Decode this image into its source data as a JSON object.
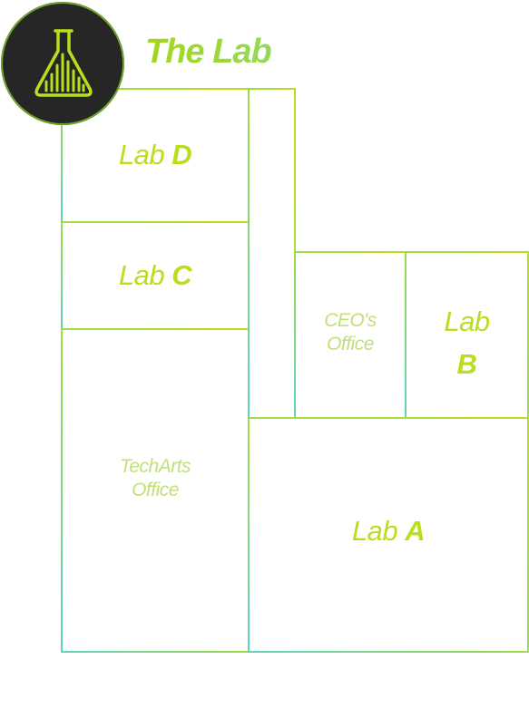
{
  "header": {
    "title": "The Lab",
    "logo_icon": "flask-chart-icon"
  },
  "colors": {
    "accent": "#b8de1c",
    "teal": "#5fd3c1",
    "logo_bg": "#262626"
  },
  "rooms": {
    "lab_d": {
      "prefix": "Lab",
      "letter": "D"
    },
    "lab_c": {
      "prefix": "Lab",
      "letter": "C"
    },
    "techarts": {
      "line1": "TechArts",
      "line2": "Office"
    },
    "ceo": {
      "line1": "CEO's",
      "line2": "Office"
    },
    "lab_b": {
      "prefix": "Lab",
      "letter": "B"
    },
    "lab_a": {
      "prefix": "Lab",
      "letter": "A"
    }
  }
}
